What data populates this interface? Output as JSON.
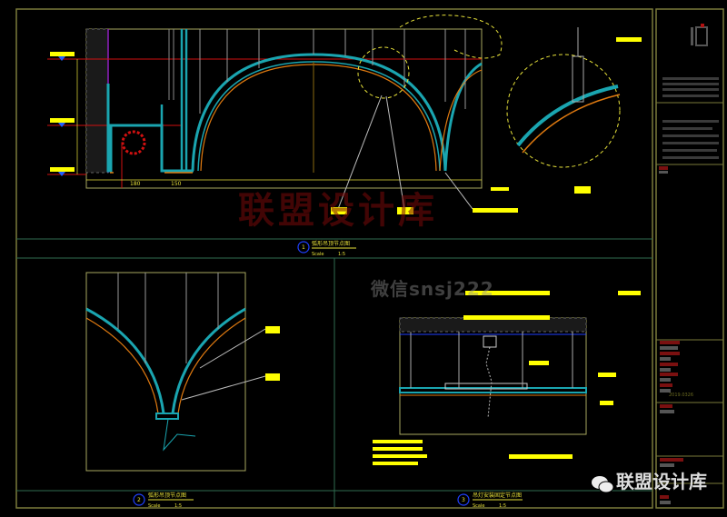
{
  "drawing": {
    "detail_1": {
      "number": "1",
      "title": "弧形吊顶节点图",
      "scale_label": "Scale",
      "scale_value": "1:5"
    },
    "detail_2": {
      "number": "2",
      "title": "弧形吊顶节点图",
      "scale_label": "Scale",
      "scale_value": "1:5"
    },
    "detail_3": {
      "number": "3",
      "title": "吊灯安装固定节点图",
      "scale_label": "Scale",
      "scale_value": "1:5"
    },
    "dimensions": [
      "180",
      "150"
    ],
    "title_block": {
      "logo": "ii",
      "date": "2019.0326"
    }
  },
  "watermark": {
    "main": "联盟设计库",
    "sub": "微信snsj222",
    "brand": "联盟设计库"
  },
  "colors": {
    "frame": "#7a7a3a",
    "grid": "#2f6b4f",
    "cyan": "#1aa5b0",
    "orange": "#e07a10",
    "label": "#ffff00",
    "red": "#d01010"
  }
}
